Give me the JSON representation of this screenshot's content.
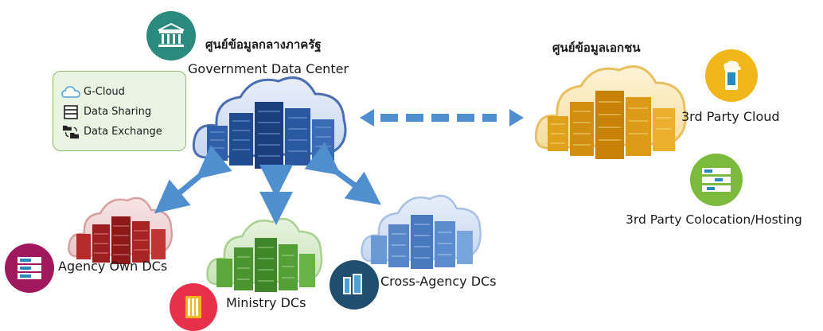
{
  "government": {
    "title_th": "ศูนย์ข้อมูลกลางภาครัฐ",
    "title_en": "Government Data Center",
    "icon": "government-building-icon"
  },
  "legend": {
    "items": [
      {
        "label": "G-Cloud",
        "icon": "cloud-icon"
      },
      {
        "label": "Data Sharing",
        "icon": "database-icon"
      },
      {
        "label": "Data Exchange",
        "icon": "folder-exchange-icon"
      }
    ]
  },
  "private": {
    "title_th": "ศูนย์ข้อมูลเอกชน",
    "third_party_cloud": "3rd Party Cloud",
    "third_party_colocation": "3rd Party Colocation/Hosting"
  },
  "nodes": {
    "agency_own": "Agency Own DCs",
    "ministry": "Ministry DCs",
    "cross_agency": "Cross-Agency DCs"
  },
  "colors": {
    "gov_cloud": "#2f5fa8",
    "private_cloud": "#e0a21a",
    "agency_cloud": "#b52a2a",
    "ministry_cloud": "#4e9a32",
    "cross_cloud": "#5b8fd0",
    "arrow": "#4f8fd0",
    "teal_circle": "#2a8a7e",
    "yellow_circle": "#f1b71a",
    "green_circle": "#7cba3d",
    "magenta_circle": "#a0195e",
    "red_circle": "#e8304a",
    "navy_circle": "#1f4e6f"
  }
}
